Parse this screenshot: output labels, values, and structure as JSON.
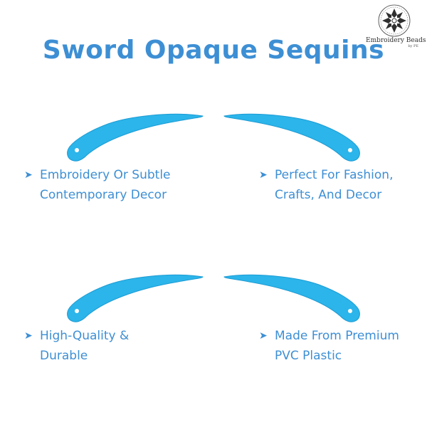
{
  "title": "Sword Opaque Sequins",
  "logo": {
    "name": "Embroidery Beads",
    "sub": "by PE"
  },
  "colors": {
    "accent": "#3d8fd4",
    "sequin": "#2bb5ea",
    "sequin_edge": "#1c9bd4"
  },
  "features": [
    {
      "line1": "Embroidery Or Subtle",
      "line2": "Contemporary Decor"
    },
    {
      "line1": "Perfect For Fashion,",
      "line2": "Crafts, And Decor"
    },
    {
      "line1": "High-Quality &",
      "line2": "Durable"
    },
    {
      "line1": "Made From Premium",
      "line2": "PVC Plastic"
    }
  ],
  "bullet_icon": "arrow-right-icon"
}
